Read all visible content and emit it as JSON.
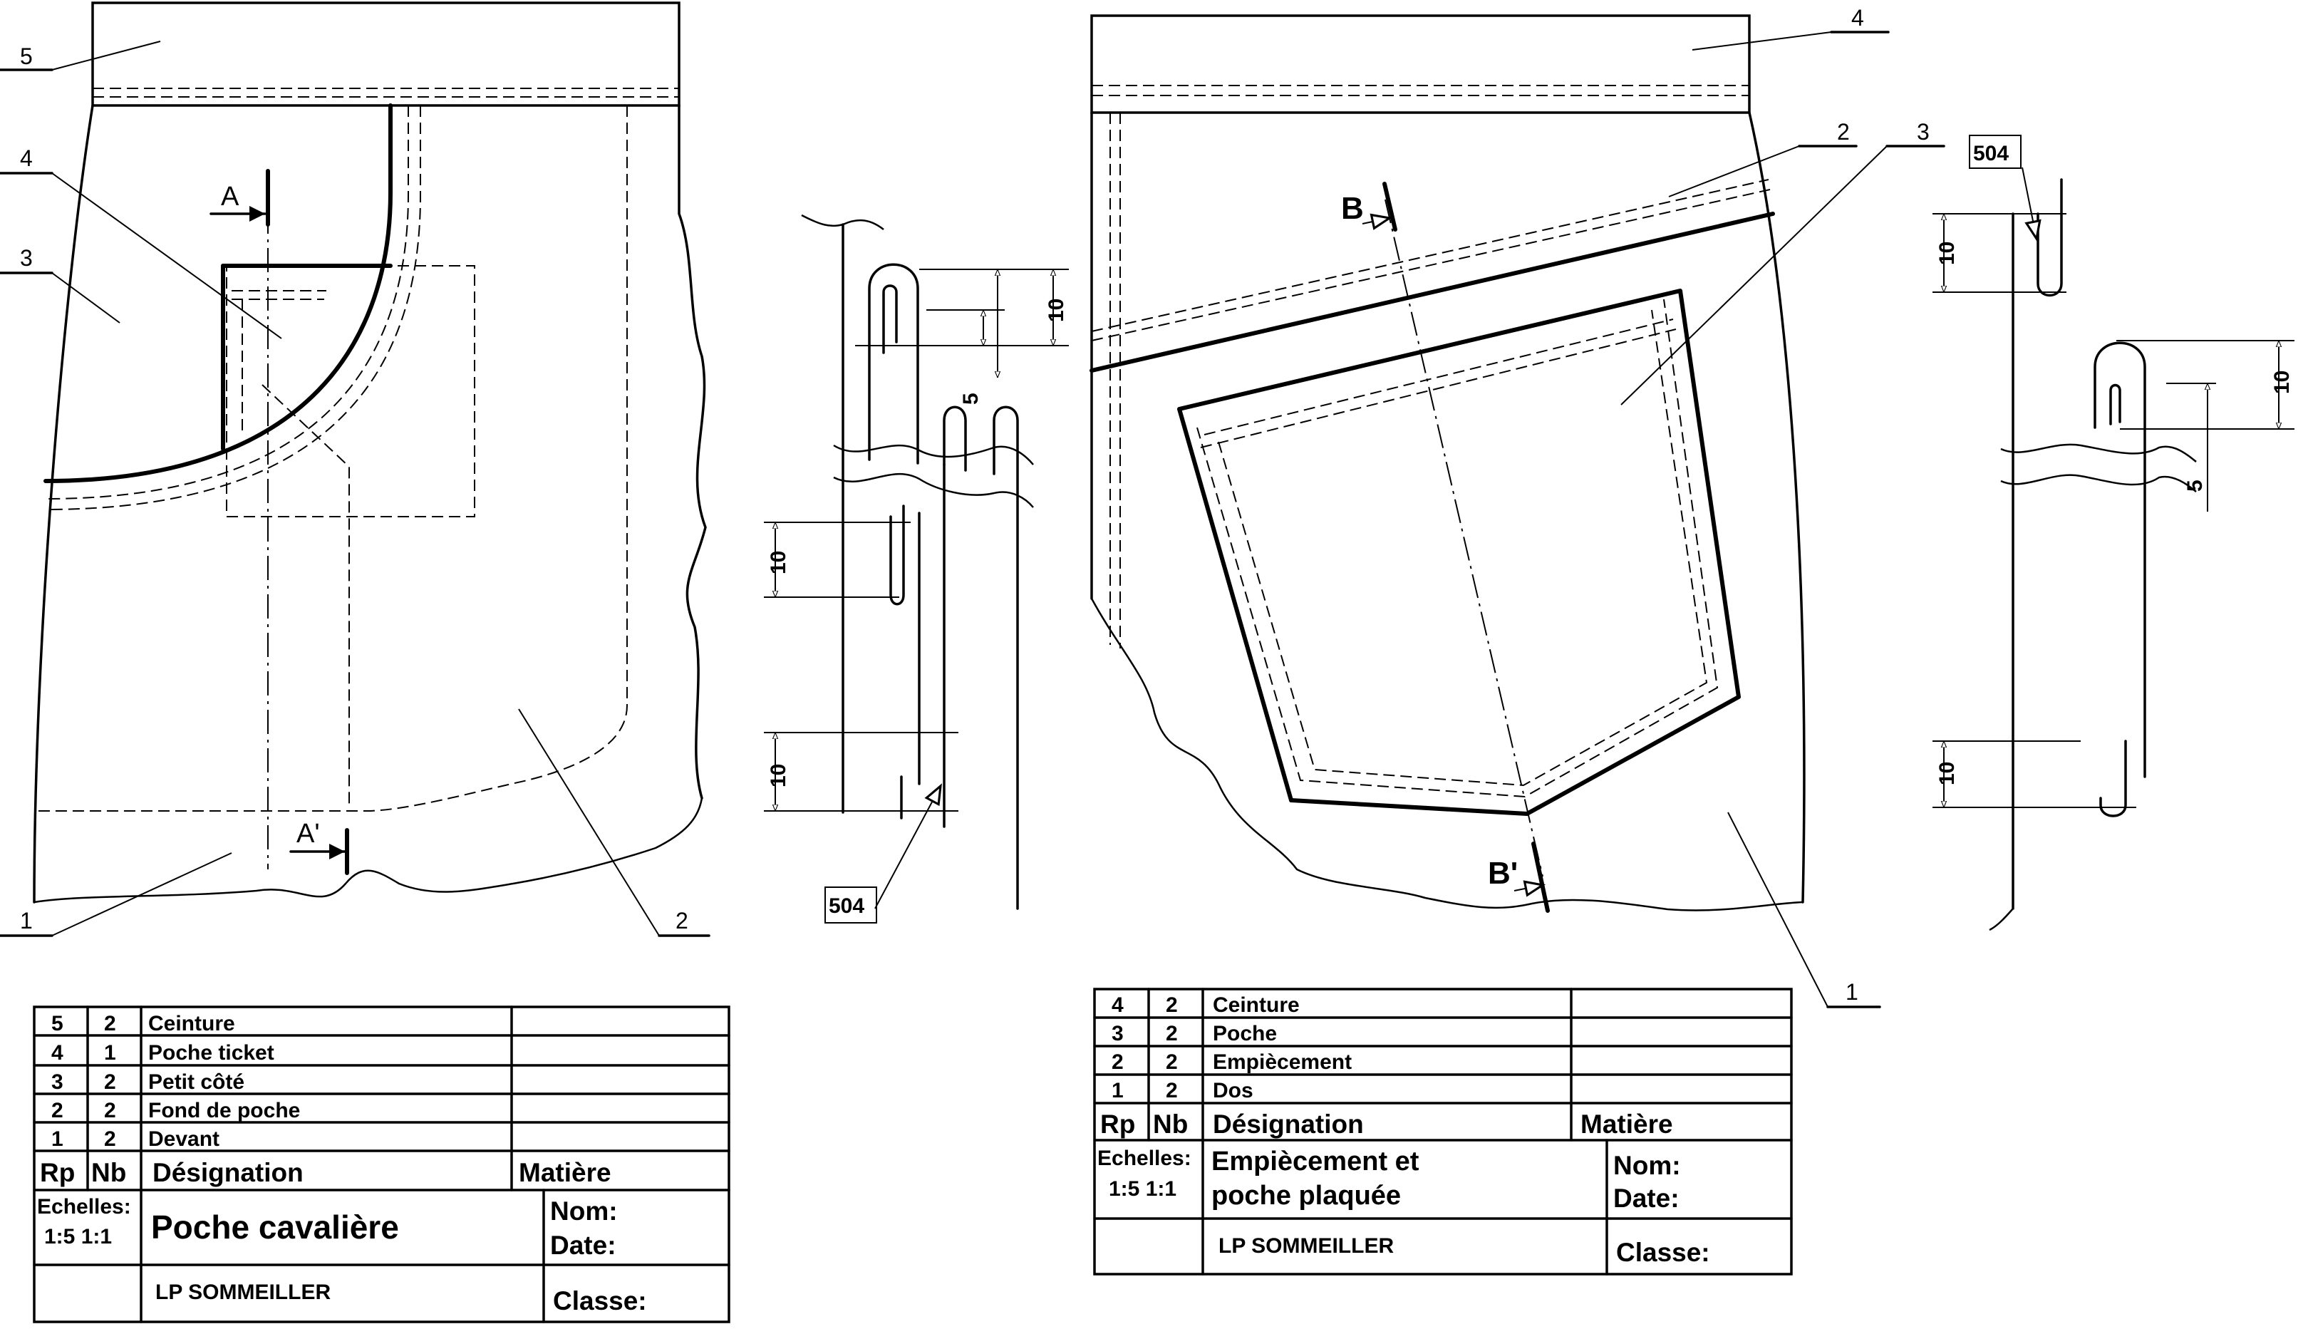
{
  "left": {
    "parts": {
      "p1": "1",
      "p2": "2",
      "p3": "3",
      "p4": "4",
      "p5": "5"
    },
    "section": {
      "a": "A",
      "a_prime": "A'"
    },
    "dims": {
      "d10a": "10",
      "d5": "5",
      "d10b": "10",
      "d10c": "10"
    },
    "stitch": "504",
    "table": {
      "rows": [
        {
          "rp": "5",
          "nb": "2",
          "designation": "Ceinture",
          "matiere": ""
        },
        {
          "rp": "4",
          "nb": "1",
          "designation": "Poche ticket",
          "matiere": ""
        },
        {
          "rp": "3",
          "nb": "2",
          "designation": "Petit côté",
          "matiere": ""
        },
        {
          "rp": "2",
          "nb": "2",
          "designation": "Fond de poche",
          "matiere": ""
        },
        {
          "rp": "1",
          "nb": "2",
          "designation": "Devant",
          "matiere": ""
        }
      ],
      "headers": {
        "rp": "Rp",
        "nb": "Nb",
        "designation": "Désignation",
        "matiere": "Matière"
      },
      "echelles": "Echelles:",
      "scales": "1:5 1:1",
      "title": "Poche cavalière",
      "nom": "Nom:",
      "date": "Date:",
      "school": "LP SOMMEILLER",
      "classe": "Classe:"
    }
  },
  "right": {
    "parts": {
      "p1": "1",
      "p2": "2",
      "p3": "3",
      "p4": "4"
    },
    "section": {
      "b": "B",
      "b_prime": "B'"
    },
    "dims": {
      "d10a": "10",
      "d10b": "10",
      "d5": "5",
      "d10c": "10"
    },
    "stitch": "504",
    "table": {
      "rows": [
        {
          "rp": "4",
          "nb": "2",
          "designation": "Ceinture",
          "matiere": ""
        },
        {
          "rp": "3",
          "nb": "2",
          "designation": "Poche",
          "matiere": ""
        },
        {
          "rp": "2",
          "nb": "2",
          "designation": "Empiècement",
          "matiere": ""
        },
        {
          "rp": "1",
          "nb": "2",
          "designation": "Dos",
          "matiere": ""
        }
      ],
      "headers": {
        "rp": "Rp",
        "nb": "Nb",
        "designation": "Désignation",
        "matiere": "Matière"
      },
      "echelles": "Echelles:",
      "scales": "1:5 1:1",
      "title_line1": "Empiècement et",
      "title_line2": "poche plaquée",
      "nom": "Nom:",
      "date": "Date:",
      "school": "LP SOMMEILLER",
      "classe": "Classe:"
    }
  }
}
